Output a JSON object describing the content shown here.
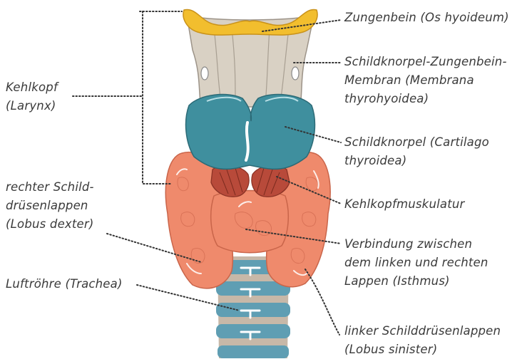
{
  "colors": {
    "hyoid": "#f2be2e",
    "membrane": "#d9d1c4",
    "cartilage": "#3f8f9e",
    "muscle": "#b84a3a",
    "gland": "#ef8a6c",
    "trachea_ring": "#5f9eb3",
    "trachea_gap": "#c7b8a8",
    "leader": "#333333",
    "text": "#3a3a3a"
  },
  "labels": {
    "hyoid": [
      "Zungenbein (Os hyoideum)"
    ],
    "membrane": [
      "Schildknorpel-Zungenbein-",
      "Membran (Membrana",
      "thyrohyoidea)"
    ],
    "larynx": [
      "Kehlkopf",
      "(Larynx)"
    ],
    "thyroid_cartilage": [
      "Schildknorpel (Cartilago",
      "thyroidea)"
    ],
    "right_lobe": [
      "rechter Schild-",
      "drüsenlappen",
      "(Lobus dexter)"
    ],
    "laryngeal_muscles": [
      "Kehlkopfmuskulatur"
    ],
    "isthmus": [
      "Verbindung zwischen",
      "dem linken und rechten",
      "Lappen (Isthmus)"
    ],
    "trachea": [
      "Luftröhre (Trachea)"
    ],
    "left_lobe": [
      "linker Schilddrüsenlappen",
      "(Lobus sinister)"
    ]
  }
}
